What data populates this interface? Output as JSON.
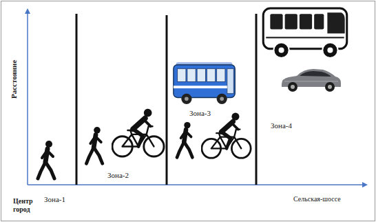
{
  "diagram": {
    "labels": [
      "Расстояние",
      "Центр город",
      "Зона-1",
      "Зона-2",
      "Зона-3",
      "Зона-4",
      "Сельская-шоссе"
    ]
  }
}
